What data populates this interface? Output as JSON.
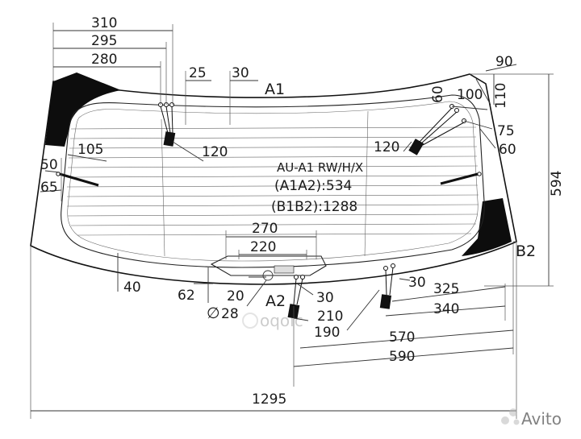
{
  "part": {
    "code": "AU-A1 RW/H/X",
    "a1a2": "(A1A2):534",
    "b1b2": "(B1B2):1288"
  },
  "points": {
    "a1": "A1",
    "a2": "A2",
    "b2": "B2"
  },
  "dimensions": {
    "d310": "310",
    "d295": "295",
    "d280": "280",
    "d25": "25",
    "d30_top": "30",
    "d90": "90",
    "d60_tr": "60",
    "d110": "110",
    "d100": "100",
    "d75": "75",
    "d60_r": "60",
    "d594": "594",
    "d105": "105",
    "d50": "50",
    "d65": "65",
    "d120_left": "120",
    "d120_right": "120",
    "d270": "270",
    "d220": "220",
    "d40": "40",
    "d62": "62",
    "d20": "20",
    "d30_mid": "30",
    "d30_right": "30",
    "d28": "28",
    "d210": "210",
    "d190": "190",
    "d325": "325",
    "d340": "340",
    "d570": "570",
    "d590": "590",
    "d1295": "1295"
  },
  "symbols": {
    "diameter": "∅"
  },
  "watermark": {
    "brand": "Avito",
    "brand_left": "oqoic"
  },
  "colors": {
    "ink": "#111111",
    "dim": "#333333",
    "fill_black": "#0d0d0d"
  }
}
